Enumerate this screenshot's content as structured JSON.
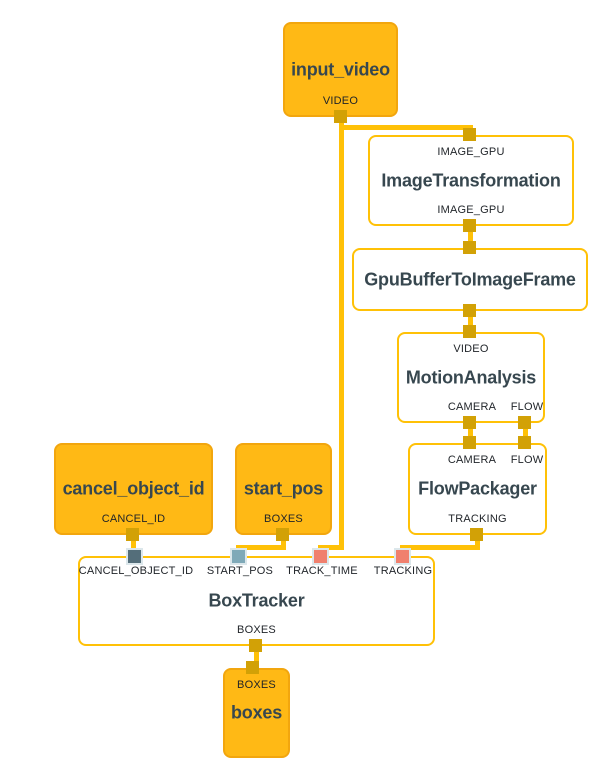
{
  "graph": {
    "type": "dataflow-node-graph",
    "background": "#FFFFFF"
  },
  "colors": {
    "stream_node_fill": "#FFB915",
    "stream_node_border": "#F2A60E",
    "calculator_border": "#FFC107",
    "wire": "#FFC107",
    "port_default": "#D2A106",
    "port_halo": "#DCE7EB",
    "port_cancel_object_id": "#546E7A",
    "port_start_pos": "#7FA9B8",
    "port_tracking": "#F0806E",
    "title_text": "#37474F",
    "label_text": "#1F2328"
  },
  "nodes": {
    "input_video": {
      "title": "input_video",
      "out_video": "VIDEO"
    },
    "image_transformation": {
      "in_image_gpu": "IMAGE_GPU",
      "title": "ImageTransformation",
      "out_image_gpu": "IMAGE_GPU"
    },
    "gpu_buffer_to_image_frame": {
      "title": "GpuBufferToImageFrame"
    },
    "motion_analysis": {
      "in_video": "VIDEO",
      "title": "MotionAnalysis",
      "out_camera": "CAMERA",
      "out_flow": "FLOW"
    },
    "flow_packager": {
      "in_camera": "CAMERA",
      "in_flow": "FLOW",
      "title": "FlowPackager",
      "out_tracking": "TRACKING"
    },
    "cancel_object_id": {
      "title": "cancel_object_id",
      "out_cancel_id": "CANCEL_ID"
    },
    "start_pos": {
      "title": "start_pos",
      "out_boxes": "BOXES"
    },
    "box_tracker": {
      "in_cancel_object_id": "CANCEL_OBJECT_ID",
      "in_start_pos": "START_POS",
      "in_track_time": "TRACK_TIME",
      "in_tracking": "TRACKING",
      "title": "BoxTracker",
      "out_boxes": "BOXES"
    },
    "boxes": {
      "in_boxes": "BOXES",
      "title": "boxes"
    }
  },
  "edges": [
    {
      "from": "input_video.VIDEO",
      "to": "ImageTransformation.IMAGE_GPU"
    },
    {
      "from": "input_video.VIDEO",
      "to": "BoxTracker.TRACK_TIME"
    },
    {
      "from": "ImageTransformation.IMAGE_GPU",
      "to": "GpuBufferToImageFrame"
    },
    {
      "from": "GpuBufferToImageFrame",
      "to": "MotionAnalysis.VIDEO"
    },
    {
      "from": "MotionAnalysis.CAMERA",
      "to": "FlowPackager.CAMERA"
    },
    {
      "from": "MotionAnalysis.FLOW",
      "to": "FlowPackager.FLOW"
    },
    {
      "from": "FlowPackager.TRACKING",
      "to": "BoxTracker.TRACKING"
    },
    {
      "from": "cancel_object_id.CANCEL_ID",
      "to": "BoxTracker.CANCEL_OBJECT_ID"
    },
    {
      "from": "start_pos.BOXES",
      "to": "BoxTracker.START_POS"
    },
    {
      "from": "BoxTracker.BOXES",
      "to": "boxes.BOXES"
    }
  ]
}
